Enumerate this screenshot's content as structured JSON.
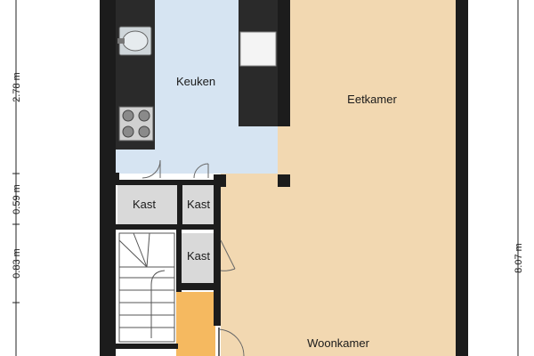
{
  "rooms": {
    "keuken": "Keuken",
    "eetkamer": "Eetkamer",
    "kast_1": "Kast",
    "kast_2": "Kast",
    "kast_3": "Kast",
    "woonkamer": "Woonkamer"
  },
  "dimensions": {
    "left_1": "2.78 m",
    "left_2": "0.59 m",
    "left_3": "0.83 m",
    "right_1": "8.07 m"
  },
  "colors": {
    "kitchen_floor": "#d6e4f2",
    "wood_floor": "#f2d8b1",
    "storage_floor": "#d9d9d9",
    "hall_floor": "#f5b960",
    "walls": "#1c1c1c",
    "counter": "#2a2a2a"
  }
}
